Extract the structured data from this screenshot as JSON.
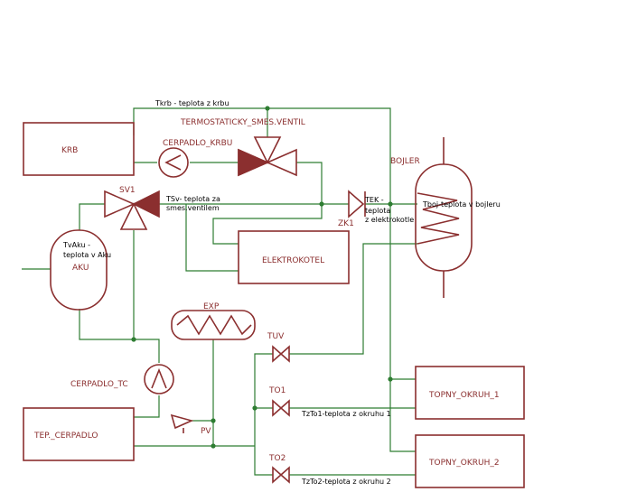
{
  "components": {
    "krb": "KRB",
    "elektrokotel": "ELEKTROKOTEL",
    "tep_cerpadlo": "TEP._CERPADLO",
    "topny_okruh_1": "TOPNY_OKRUH_1",
    "topny_okruh_2": "TOPNY_OKRUH_2",
    "aku": "AKU",
    "bojler": "BOJLER",
    "exp": "EXP",
    "termostaticky_smes_ventil": "TERMOSTATICKY_SMES.VENTIL",
    "cerpadlo_krbu": "CERPADLO_KRBU",
    "cerpadlo_tc": "CERPADLO_TC",
    "sv1": "SV1",
    "zk1": "ZK1",
    "tuv": "TUV",
    "to1": "TO1",
    "to2": "TO2",
    "pv": "PV"
  },
  "sensors": {
    "tkrb": "Tkrb - teplota z krbu",
    "tsv_line1": "TSv- teplota za",
    "tsv_line2": "smes.ventilem",
    "tek_line1": "TEK -",
    "tek_line2": "teplota",
    "tek_line3": "z elektrokotle",
    "tboj": "Tboj-teplota v bojleru",
    "tvaku_line1": "TvAku -",
    "tvaku_line2": "teplota v Aku",
    "tzto1": "TzTo1-teplota z okruhu 1",
    "tzto2": "TzTo2-teplota z okruhu 2"
  }
}
